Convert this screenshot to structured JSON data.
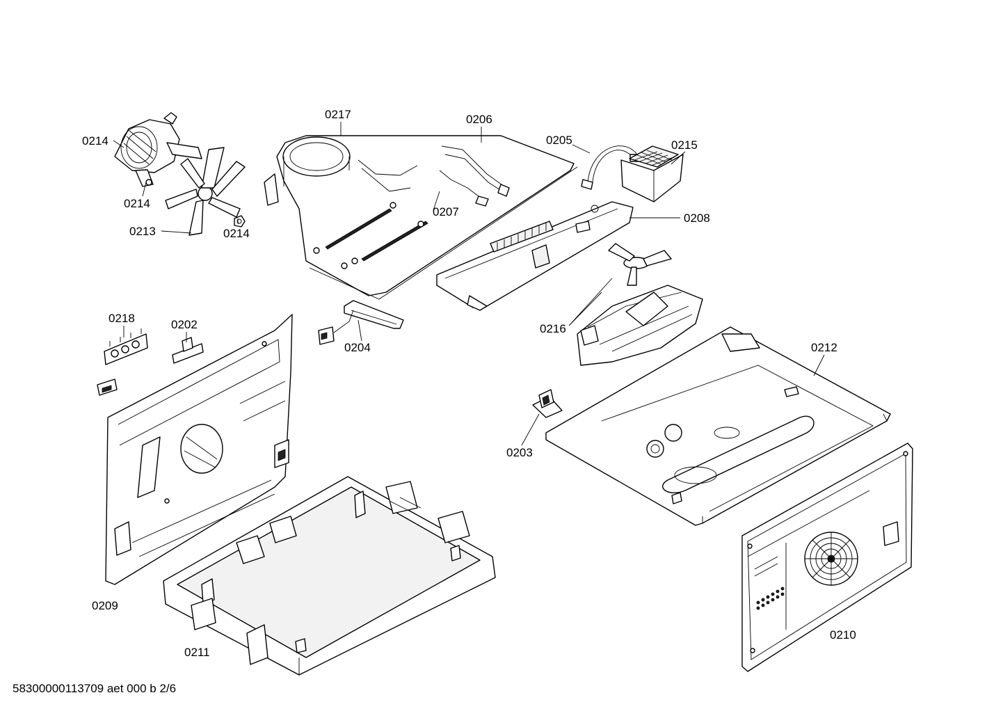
{
  "callouts": {
    "c0217": "0217",
    "c0206": "0206",
    "c0205": "0205",
    "c0215": "0215",
    "c0214a": "0214",
    "c0214b": "0214",
    "c0214c": "0214",
    "c0213": "0213",
    "c0207": "0207",
    "c0208": "0208",
    "c0218": "0218",
    "c0202": "0202",
    "c0204": "0204",
    "c0216": "0216",
    "c0212": "0212",
    "c0203": "0203",
    "c0209": "0209",
    "c0210": "0210",
    "c0211": "0211"
  },
  "footer": {
    "document_code": "58300000113709 aet 000 b 2/6"
  },
  "colors": {
    "line": "#000000",
    "background": "#ffffff"
  }
}
